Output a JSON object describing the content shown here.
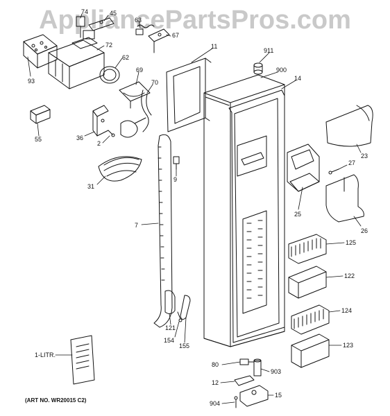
{
  "watermark": "AppliancePartsPros.com",
  "art_number": "(ART NO. WR20015 C2)",
  "callouts": {
    "p74": "74",
    "p45": "45",
    "p63": "63",
    "p67": "67",
    "p72": "72",
    "p62": "62",
    "p93": "93",
    "p69": "69",
    "p70": "70",
    "p55": "55",
    "p36": "36",
    "p2": "2",
    "p31": "31",
    "p9": "9",
    "p7": "7",
    "p121": "121",
    "p154": "154",
    "p155": "155",
    "p11": "11",
    "p911": "911",
    "p900": "900",
    "p14": "14",
    "p23": "23",
    "p27": "27",
    "p25": "25",
    "p26": "26",
    "p125": "125",
    "p122": "122",
    "p124": "124",
    "p123": "123",
    "p80": "80",
    "p903": "903",
    "p12": "12",
    "p15": "15",
    "p904": "904",
    "p1litr": "1-LITR."
  },
  "colors": {
    "line": "#111111",
    "watermark": "#c9c9c9",
    "background": "#ffffff"
  }
}
